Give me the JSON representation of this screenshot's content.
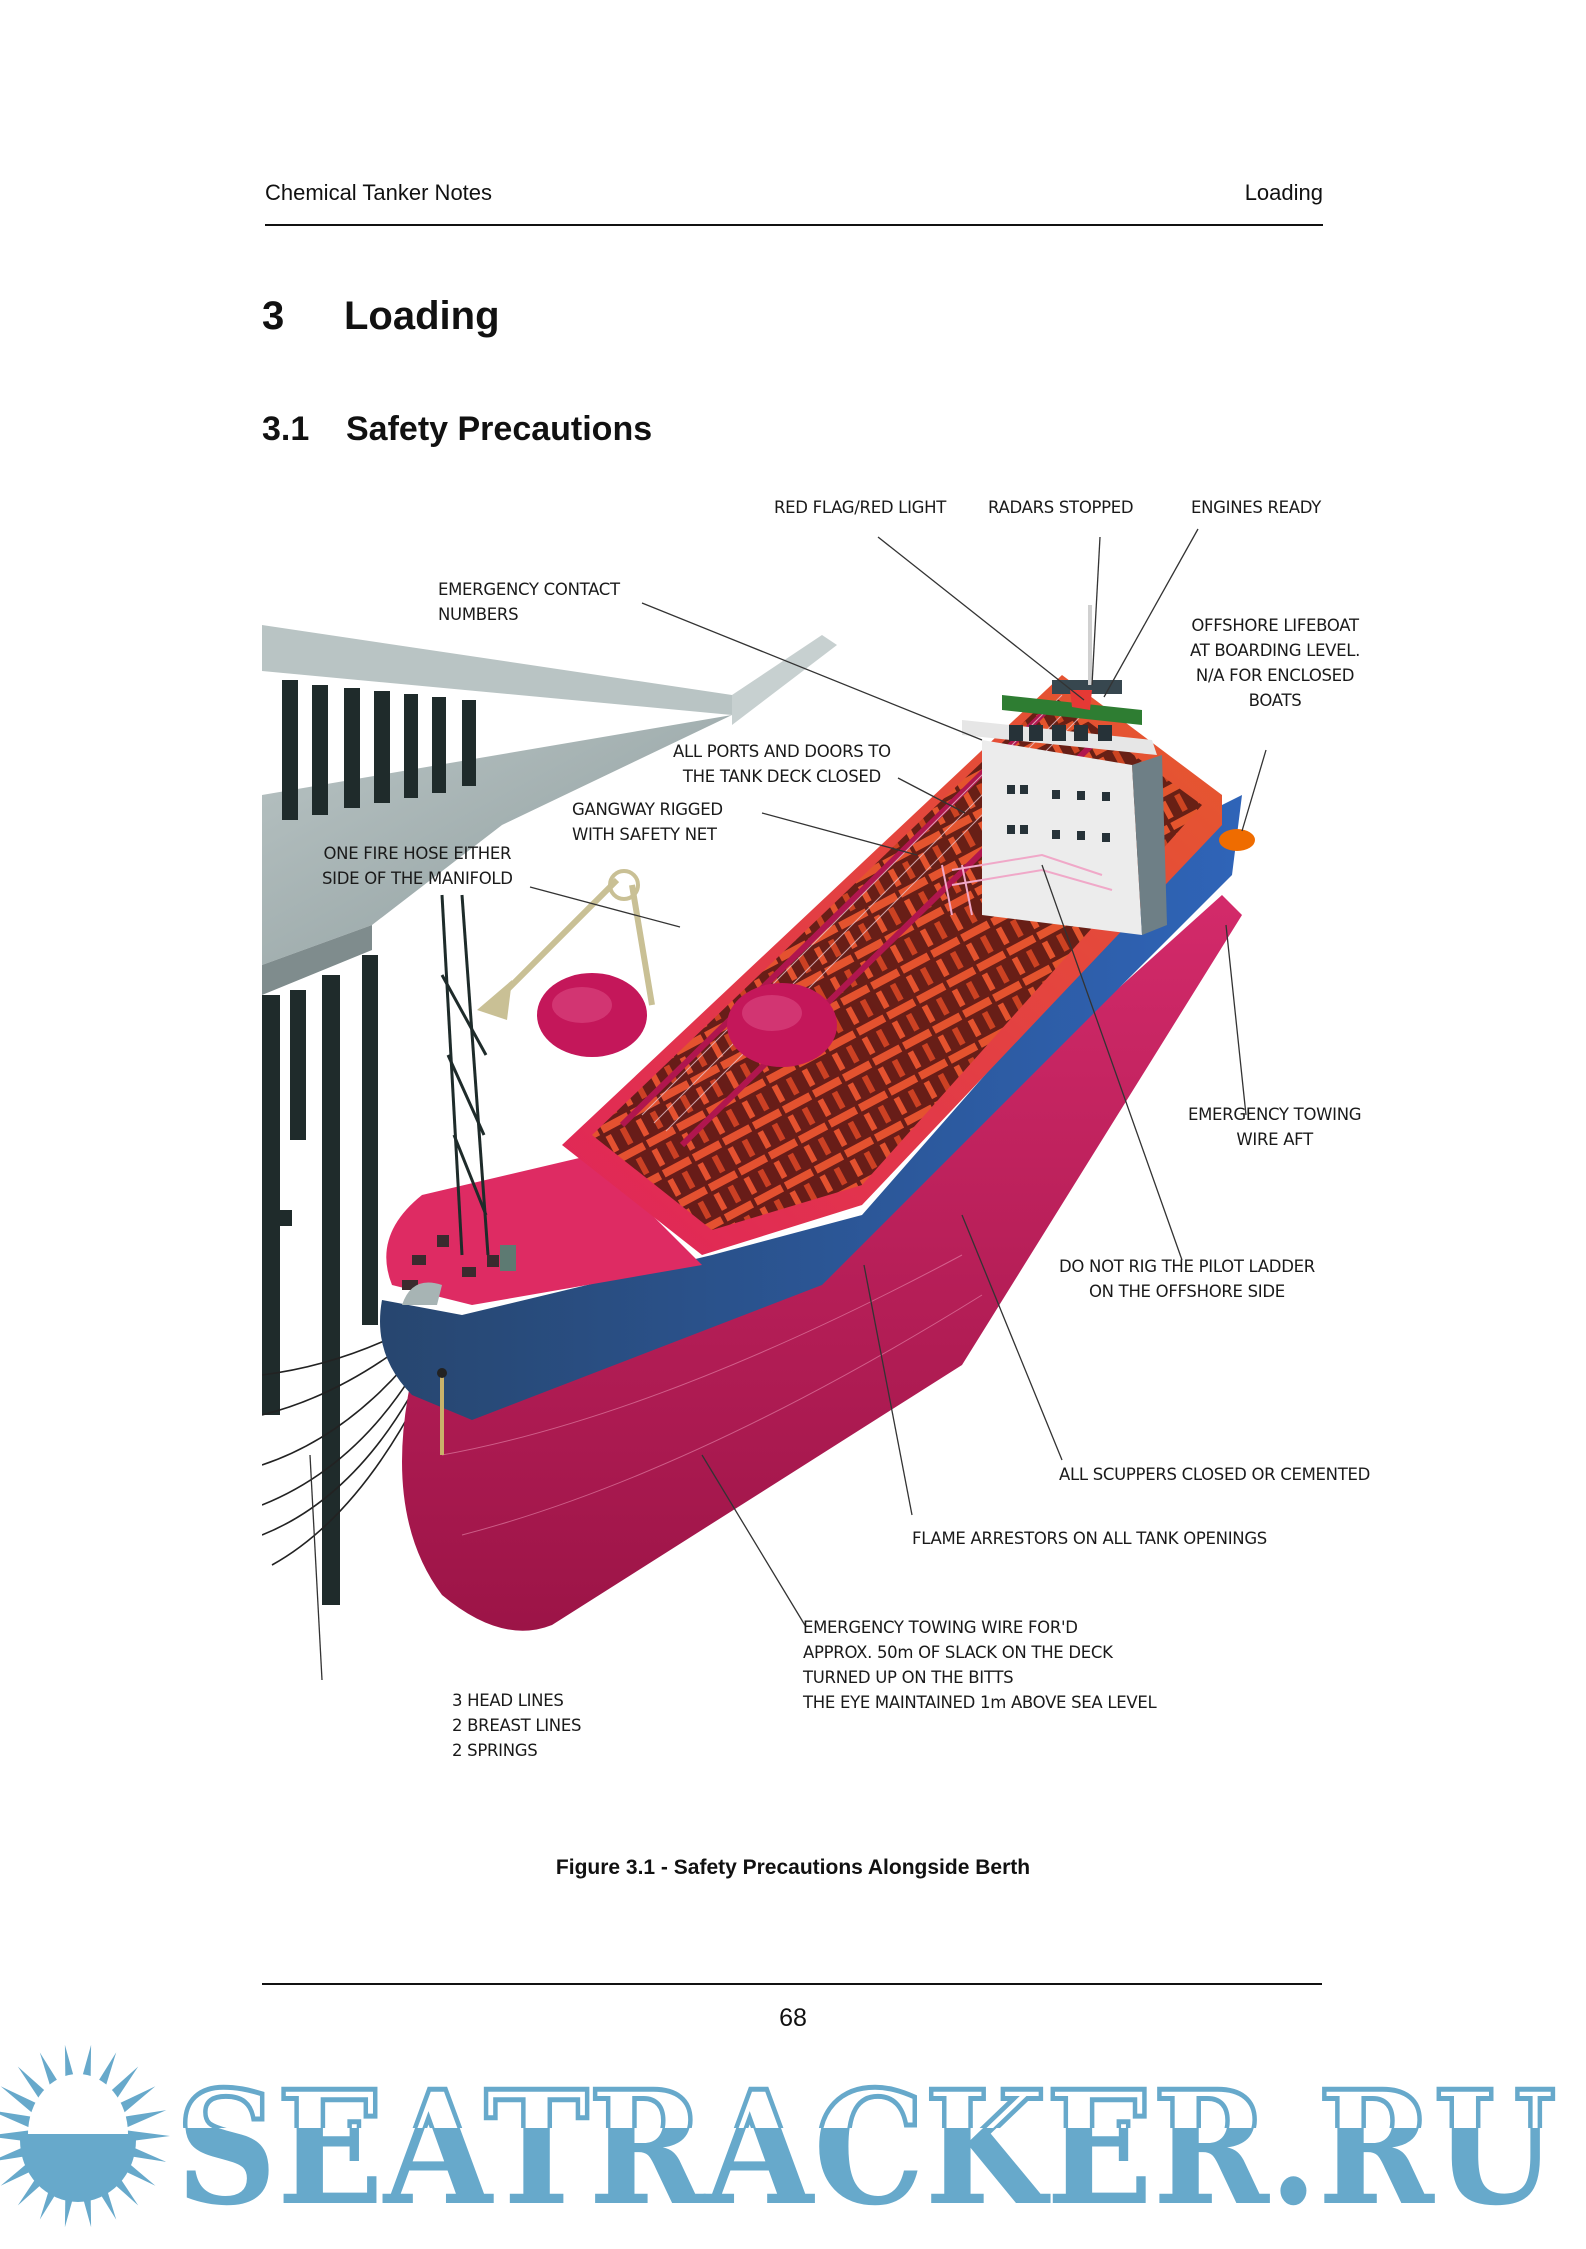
{
  "header": {
    "left": "Chemical Tanker Notes",
    "right": "Loading"
  },
  "chapter": {
    "number": "3",
    "title": "Loading"
  },
  "section": {
    "number": "3.1",
    "title": "Safety Precautions"
  },
  "figure": {
    "labels": {
      "red_flag": "RED FLAG/RED LIGHT",
      "radars": "RADARS STOPPED",
      "engines": "ENGINES READY",
      "emergency_contact": [
        "EMERGENCY CONTACT",
        "NUMBERS"
      ],
      "lifeboat": [
        "OFFSHORE LIFEBOAT",
        "AT BOARDING LEVEL.",
        "N/A FOR ENCLOSED",
        "BOATS"
      ],
      "ports_doors": [
        "ALL PORTS AND DOORS TO",
        "THE TANK DECK CLOSED"
      ],
      "gangway": [
        "GANGWAY RIGGED",
        "WITH SAFETY NET"
      ],
      "fire_hose": [
        "ONE FIRE HOSE EITHER",
        "SIDE OF THE MANIFOLD"
      ],
      "towing_aft": [
        "EMERGENCY TOWING",
        "WIRE AFT"
      ],
      "pilot_ladder": [
        "DO NOT RIG THE PILOT LADDER",
        "ON THE OFFSHORE SIDE"
      ],
      "scuppers": "ALL SCUPPERS CLOSED OR CEMENTED",
      "flame_arrestors": "FLAME ARRESTORS ON ALL TANK OPENINGS",
      "towing_ford": [
        "EMERGENCY TOWING WIRE FOR'D",
        "APPROX. 50m OF SLACK ON THE DECK",
        "TURNED UP ON THE BITTS",
        "THE EYE MAINTAINED 1m ABOVE SEA LEVEL"
      ],
      "mooring": [
        "3 HEAD LINES",
        "2 BREAST LINES",
        "2 SPRINGS"
      ]
    },
    "caption": "Figure 3.1 - Safety Precautions Alongside Berth"
  },
  "footer": {
    "page_number": "68"
  },
  "watermark": {
    "text": "SEATRACKER.RU",
    "icon": "sun-icon",
    "color": "#67a9cb"
  },
  "colors": {
    "hull_red": "#c2185b",
    "hull_blue": "#2e4f8a",
    "deck_red": "#d81b3f",
    "tank_orange": "#e0502a",
    "jetty_grey": "#a9b6b7",
    "pillar_dark": "#1f2b2b"
  }
}
